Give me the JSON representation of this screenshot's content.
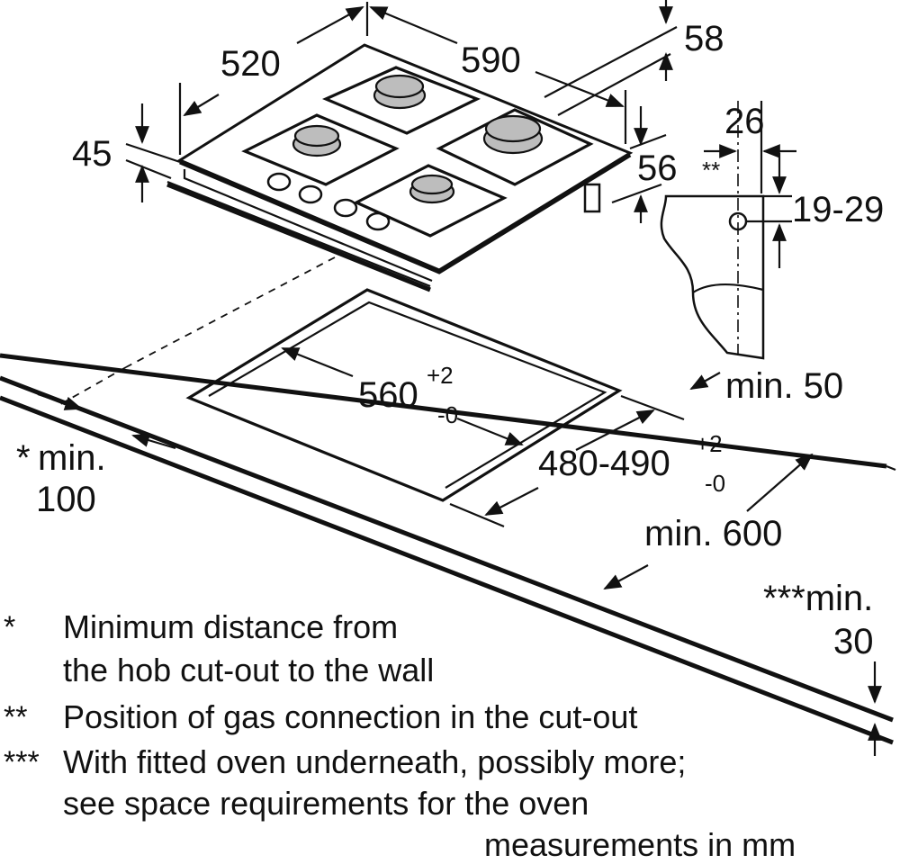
{
  "dimensions": {
    "width_depth_left": "520",
    "width_total": "590",
    "d58": "58",
    "d26": "26",
    "h45": "45",
    "d56": "56",
    "gas_marker": "**",
    "gas_height": "19-29",
    "cutout_width_main": "560",
    "cutout_width_sup": "+2",
    "cutout_width_sub": "-0",
    "cutout_depth_main": "480-490",
    "cutout_depth_sup": "+2",
    "cutout_depth_sub": "-0",
    "min_back": "min. 50",
    "min_wall_star": "*",
    "min_wall_label": "min.",
    "min_wall_value": "100",
    "min_worktop": "min. 600",
    "min_oven_label": "***min.",
    "min_oven_value": "30"
  },
  "notes": [
    {
      "mark": "*",
      "lines": [
        "Minimum distance from",
        "the hob cut-out to the wall"
      ]
    },
    {
      "mark": "**",
      "lines": [
        "Position of gas connection in the cut-out"
      ]
    },
    {
      "mark": "***",
      "lines": [
        "With fitted oven underneath, possibly more;",
        "see space requirements for the oven"
      ]
    }
  ],
  "footer": "measurements in mm"
}
